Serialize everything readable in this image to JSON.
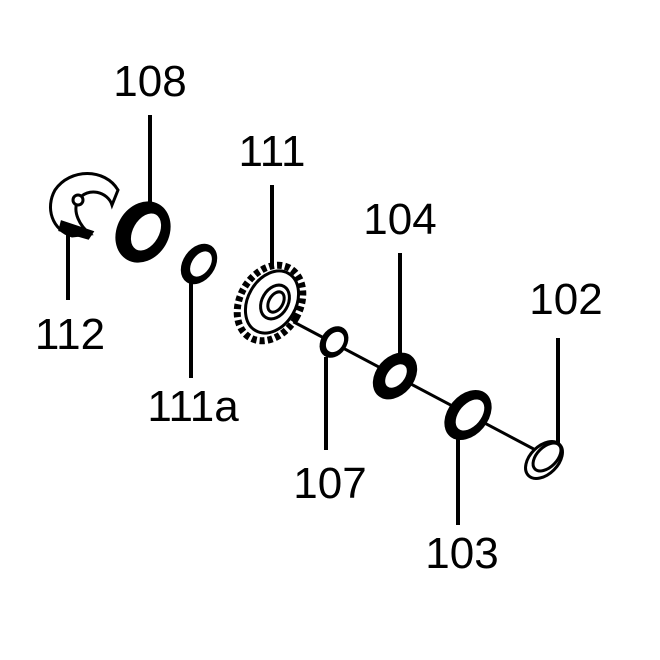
{
  "diagram": {
    "labels": {
      "p108": "108",
      "p111": "111",
      "p104": "104",
      "p102": "102",
      "p112": "112",
      "p111a": "111a",
      "p107": "107",
      "p103": "103"
    },
    "ink_color": "#000000"
  }
}
